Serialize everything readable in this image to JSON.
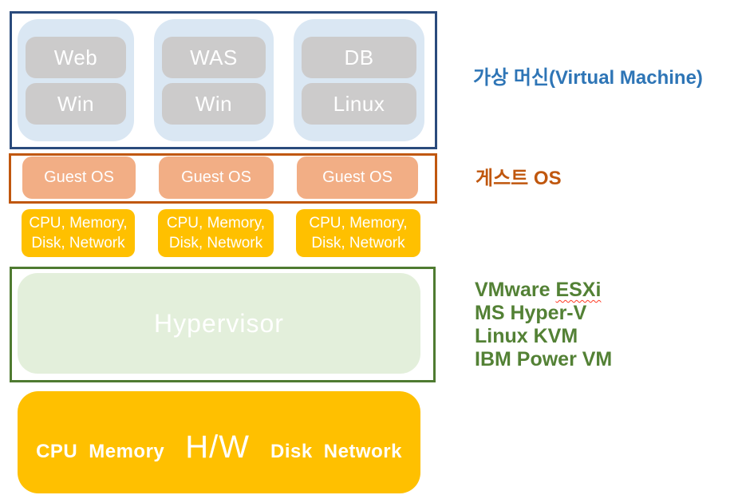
{
  "vm_stack": {
    "columns": [
      {
        "app": "Web",
        "os": "Win"
      },
      {
        "app": "WAS",
        "os": "Win"
      },
      {
        "app": "DB",
        "os": "Linux"
      }
    ],
    "guest_os_label": "Guest OS",
    "resources_line1": "CPU, Memory,",
    "resources_line2": "Disk, Network"
  },
  "hypervisor": {
    "label": "Hypervisor"
  },
  "hardware": {
    "word_cpu": "CPU",
    "word_memory": "Memory",
    "word_hw": "H/W",
    "word_disk": "Disk",
    "word_network": "Network"
  },
  "side_labels": {
    "virtual_machine": "가상 머신(Virtual Machine)",
    "guest_os": "게스트 OS",
    "hypervisor_products": {
      "line1_pre": "VMware ",
      "line1_misspelled": "ESXi",
      "line2": "MS Hyper-V",
      "line3": "Linux KVM",
      "line4": "IBM Power VM"
    }
  },
  "colors": {
    "vm_frame_border": "#2A4B7C",
    "vm_column_fill": "#DAE7F3",
    "chip_fill": "#CCCBCB",
    "guest_frame_border": "#C0570E",
    "guest_chip_fill": "#F2AE85",
    "resource_chip_fill": "#FFC000",
    "hypervisor_frame_border": "#4F7B31",
    "hypervisor_fill": "#E3EFDB",
    "hardware_fill": "#FFC000",
    "label_blue": "#2E75B6",
    "label_orange": "#C0570E",
    "label_green": "#538135",
    "spellcheck_squiggle": "#FF3B24",
    "chip_text": "#FFFFFF"
  }
}
